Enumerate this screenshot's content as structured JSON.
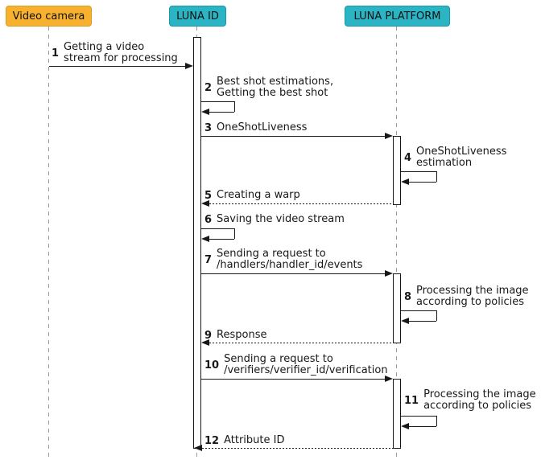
{
  "participants": [
    {
      "name": "Video camera",
      "color": "#F7B12E"
    },
    {
      "name": "LUNA ID",
      "color": "#2BB4C4"
    },
    {
      "name": "LUNA PLATFORM",
      "color": "#2BB4C4"
    }
  ],
  "messages": [
    {
      "num": "1",
      "text": "Getting a video\nstream for processing",
      "from": "Video camera",
      "to": "LUNA ID",
      "style": "solid"
    },
    {
      "num": "2",
      "text": "Best shot estimations,\nGetting the best shot",
      "from": "LUNA ID",
      "to": "LUNA ID",
      "style": "self"
    },
    {
      "num": "3",
      "text": "OneShotLiveness",
      "from": "LUNA ID",
      "to": "LUNA PLATFORM",
      "style": "solid"
    },
    {
      "num": "4",
      "text": "OneShotLiveness\nestimation",
      "from": "LUNA PLATFORM",
      "to": "LUNA PLATFORM",
      "style": "self"
    },
    {
      "num": "5",
      "text": "Creating a warp",
      "from": "LUNA PLATFORM",
      "to": "LUNA ID",
      "style": "dashed"
    },
    {
      "num": "6",
      "text": "Saving the video stream",
      "from": "LUNA ID",
      "to": "LUNA ID",
      "style": "self"
    },
    {
      "num": "7",
      "text": "Sending a request to\n/handlers/handler_id/events",
      "from": "LUNA ID",
      "to": "LUNA PLATFORM",
      "style": "solid"
    },
    {
      "num": "8",
      "text": "Processing the image\naccording to policies",
      "from": "LUNA PLATFORM",
      "to": "LUNA PLATFORM",
      "style": "self"
    },
    {
      "num": "9",
      "text": "Response",
      "from": "LUNA PLATFORM",
      "to": "LUNA ID",
      "style": "dashed"
    },
    {
      "num": "10",
      "text": "Sending a request to\n/verifiers/verifier_id/verification",
      "from": "LUNA ID",
      "to": "LUNA PLATFORM",
      "style": "solid"
    },
    {
      "num": "11",
      "text": "Processing the image\naccording to policies",
      "from": "LUNA PLATFORM",
      "to": "LUNA PLATFORM",
      "style": "self"
    },
    {
      "num": "12",
      "text": "Attribute ID",
      "from": "LUNA PLATFORM",
      "to": "LUNA ID",
      "style": "dashed"
    }
  ],
  "colors": {
    "participant_orange": "#F7B12E",
    "participant_teal": "#2BB4C4",
    "line": "#181818",
    "lifeline": "#999999",
    "activation_fill": "#FEFEFE"
  }
}
